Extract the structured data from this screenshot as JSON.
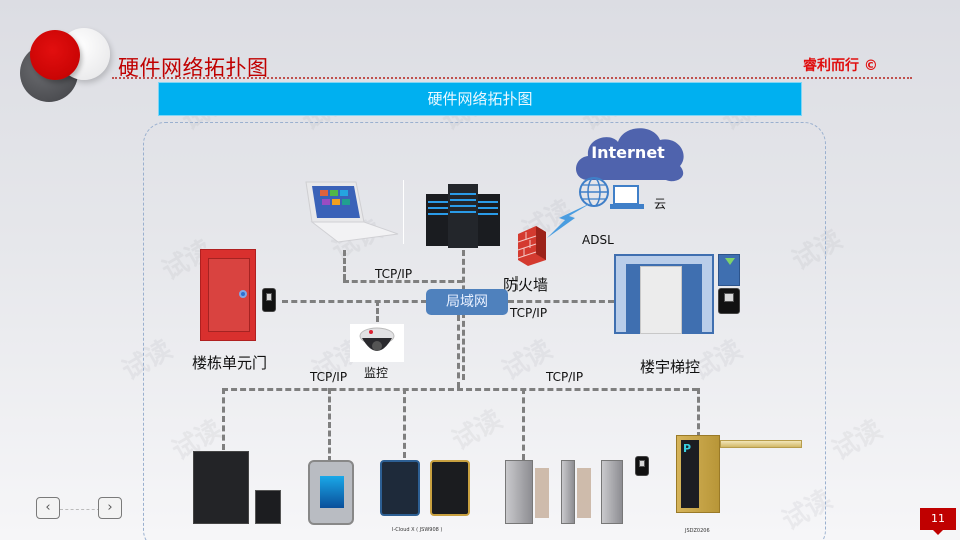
{
  "header": {
    "title": "硬件网络拓扑图",
    "brand": "睿利而行 ©",
    "banner": "硬件网络拓扑图"
  },
  "diagram": {
    "cloud_label": "Internet",
    "cloud_caption": "云",
    "adsl_label": "ADSL",
    "firewall_label": "防火墙",
    "lan_label": "局域网",
    "protocol_labels": [
      "TCP/IP",
      "TCP/IP",
      "TCP/IP",
      "TCP/IP"
    ],
    "door_label": "楼栋单元门",
    "elevator_label": "楼宇梯控",
    "camera_label": "监控",
    "device_captions": [
      "I-Cloud X ( JSW908 )",
      "JSDZ0206"
    ]
  },
  "watermark": "试读",
  "nav": {
    "prev": "‹",
    "next": "›"
  },
  "page_number": "11",
  "colors": {
    "accent_red": "#c00000",
    "banner_blue": "#00b0f0",
    "lan_blue": "#4f81bd",
    "cloud_blue": "#4f63ad",
    "line_gray": "#7f7f7f"
  }
}
